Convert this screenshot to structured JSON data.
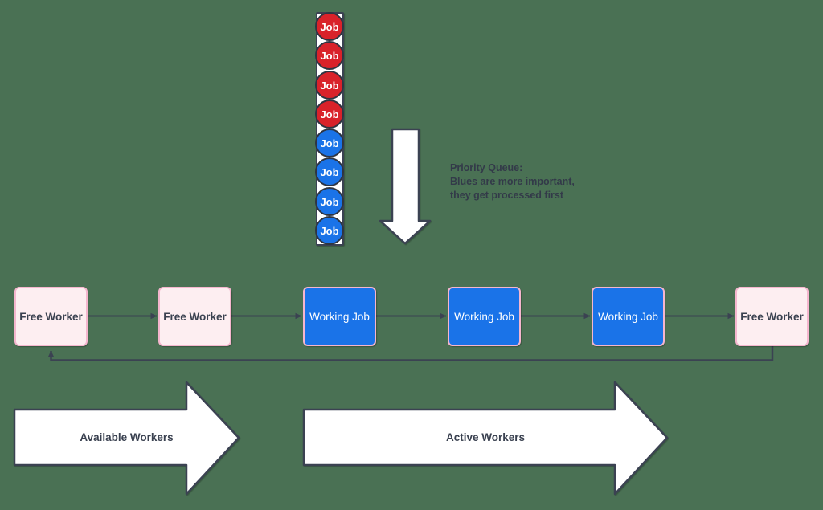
{
  "colors": {
    "canvas_bg": "#4a7154",
    "job_red": "#d9222a",
    "job_blue": "#1a73e8",
    "free_worker_fill": "#fdeef1",
    "box_border_pink": "#f5b6ce",
    "working_job_fill": "#1a73e8",
    "stroke_dark": "#3b4252",
    "shape_fill_white": "#ffffff"
  },
  "queue": {
    "jobs": [
      {
        "label": "Job",
        "color": "red"
      },
      {
        "label": "Job",
        "color": "red"
      },
      {
        "label": "Job",
        "color": "red"
      },
      {
        "label": "Job",
        "color": "red"
      },
      {
        "label": "Job",
        "color": "blue"
      },
      {
        "label": "Job",
        "color": "blue"
      },
      {
        "label": "Job",
        "color": "blue"
      },
      {
        "label": "Job",
        "color": "blue"
      }
    ]
  },
  "note": {
    "lines": [
      "Priority Queue:",
      "Blues are more important,",
      "they get processed first"
    ]
  },
  "workers": {
    "nodes": [
      {
        "label": "Free Worker",
        "type": "free"
      },
      {
        "label": "Free Worker",
        "type": "free"
      },
      {
        "label": "Working Job",
        "type": "working"
      },
      {
        "label": "Working Job",
        "type": "working"
      },
      {
        "label": "Working Job",
        "type": "working"
      },
      {
        "label": "Free Worker",
        "type": "free"
      }
    ]
  },
  "flow_arrows": {
    "available": {
      "label": "Available Workers"
    },
    "active": {
      "label": "Active Workers"
    }
  }
}
